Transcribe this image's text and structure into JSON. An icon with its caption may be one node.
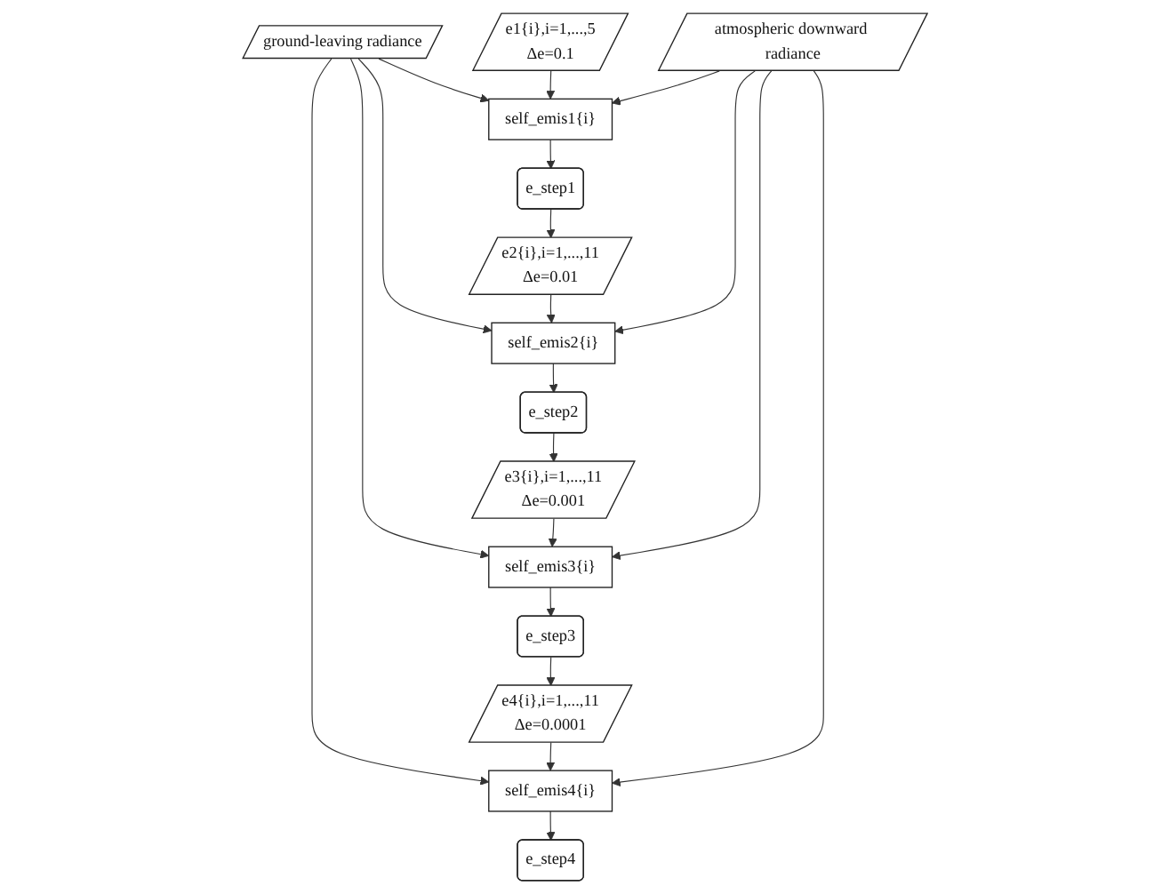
{
  "diagram": {
    "nodes": [
      {
        "text": [
          "ground-leaving radiance"
        ]
      },
      {
        "text": [
          "atmospheric downward radiance"
        ]
      },
      {
        "text": [
          "e1{i},i=1,...,5",
          "Δe=0.1"
        ]
      },
      {
        "text": [
          "self_emis1{i}"
        ]
      },
      {
        "text": [
          "e_step1"
        ]
      },
      {
        "text": [
          "e2{i},i=1,...,11",
          "Δe=0.01"
        ]
      },
      {
        "text": [
          "self_emis2{i}"
        ]
      },
      {
        "text": [
          "e_step2"
        ]
      },
      {
        "text": [
          "e3{i},i=1,...,11",
          "Δe=0.001"
        ]
      },
      {
        "text": [
          "self_emis3{i}"
        ]
      },
      {
        "text": [
          "e_step3"
        ]
      },
      {
        "text": [
          "e4{i},i=1,...,11",
          "Δe=0.0001"
        ]
      },
      {
        "text": [
          "self_emis4{i}"
        ]
      },
      {
        "text": [
          "e_step4"
        ]
      }
    ],
    "edges": [
      {
        "from": 0,
        "to": 3,
        "arrow": "to"
      },
      {
        "from": 2,
        "to": 3,
        "arrow": "to"
      },
      {
        "from": 1,
        "to": 3,
        "arrow": "to"
      },
      {
        "from": 3,
        "to": 4,
        "arrow": "to"
      },
      {
        "from": 4,
        "to": 5,
        "arrow": "to"
      },
      {
        "from": 0,
        "to": 6,
        "arrow": "to"
      },
      {
        "from": 5,
        "to": 6,
        "arrow": "to"
      },
      {
        "from": 1,
        "to": 6,
        "arrow": "to"
      },
      {
        "from": 6,
        "to": 7,
        "arrow": "to"
      },
      {
        "from": 7,
        "to": 8,
        "arrow": "to"
      },
      {
        "from": 0,
        "to": 9,
        "arrow": "to"
      },
      {
        "from": 8,
        "to": 9,
        "arrow": "to"
      },
      {
        "from": 1,
        "to": 9,
        "arrow": "to"
      },
      {
        "from": 9,
        "to": 10,
        "arrow": "to"
      },
      {
        "from": 10,
        "to": 11,
        "arrow": "to"
      },
      {
        "from": 0,
        "to": 12,
        "arrow": "to"
      },
      {
        "from": 11,
        "to": 12,
        "arrow": "to"
      },
      {
        "from": 1,
        "to": 12,
        "arrow": "to"
      },
      {
        "from": 12,
        "to": 13,
        "arrow": "to"
      }
    ]
  }
}
